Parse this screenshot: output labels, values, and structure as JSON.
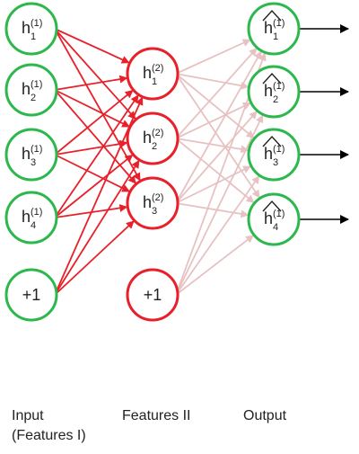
{
  "colors": {
    "input_node": "#2db84d",
    "hidden_node": "#e8202a",
    "output_node": "#2db84d",
    "hidden_edge": "#e8202a",
    "output_edge": "#e8c2c2",
    "output_arrow": "#000000"
  },
  "layers": {
    "input": {
      "caption_line1": "Input",
      "caption_line2": "(Features I)",
      "nodes": [
        {
          "base": "h",
          "sub": "1",
          "sup": "(1)",
          "hat": false
        },
        {
          "base": "h",
          "sub": "2",
          "sup": "(1)",
          "hat": false
        },
        {
          "base": "h",
          "sub": "3",
          "sup": "(1)",
          "hat": false
        },
        {
          "base": "h",
          "sub": "4",
          "sup": "(1)",
          "hat": false
        }
      ],
      "bias": "+1"
    },
    "hidden": {
      "caption": "Features II",
      "nodes": [
        {
          "base": "h",
          "sub": "1",
          "sup": "(2)",
          "hat": false
        },
        {
          "base": "h",
          "sub": "2",
          "sup": "(2)",
          "hat": false
        },
        {
          "base": "h",
          "sub": "3",
          "sup": "(2)",
          "hat": false
        }
      ],
      "bias": "+1"
    },
    "output": {
      "caption": "Output",
      "nodes": [
        {
          "base": "h",
          "sub": "1",
          "sup": "(1)",
          "hat": true
        },
        {
          "base": "h",
          "sub": "2",
          "sup": "(1)",
          "hat": true
        },
        {
          "base": "h",
          "sub": "3",
          "sup": "(1)",
          "hat": true
        },
        {
          "base": "h",
          "sub": "4",
          "sup": "(1)",
          "hat": true
        }
      ]
    }
  }
}
